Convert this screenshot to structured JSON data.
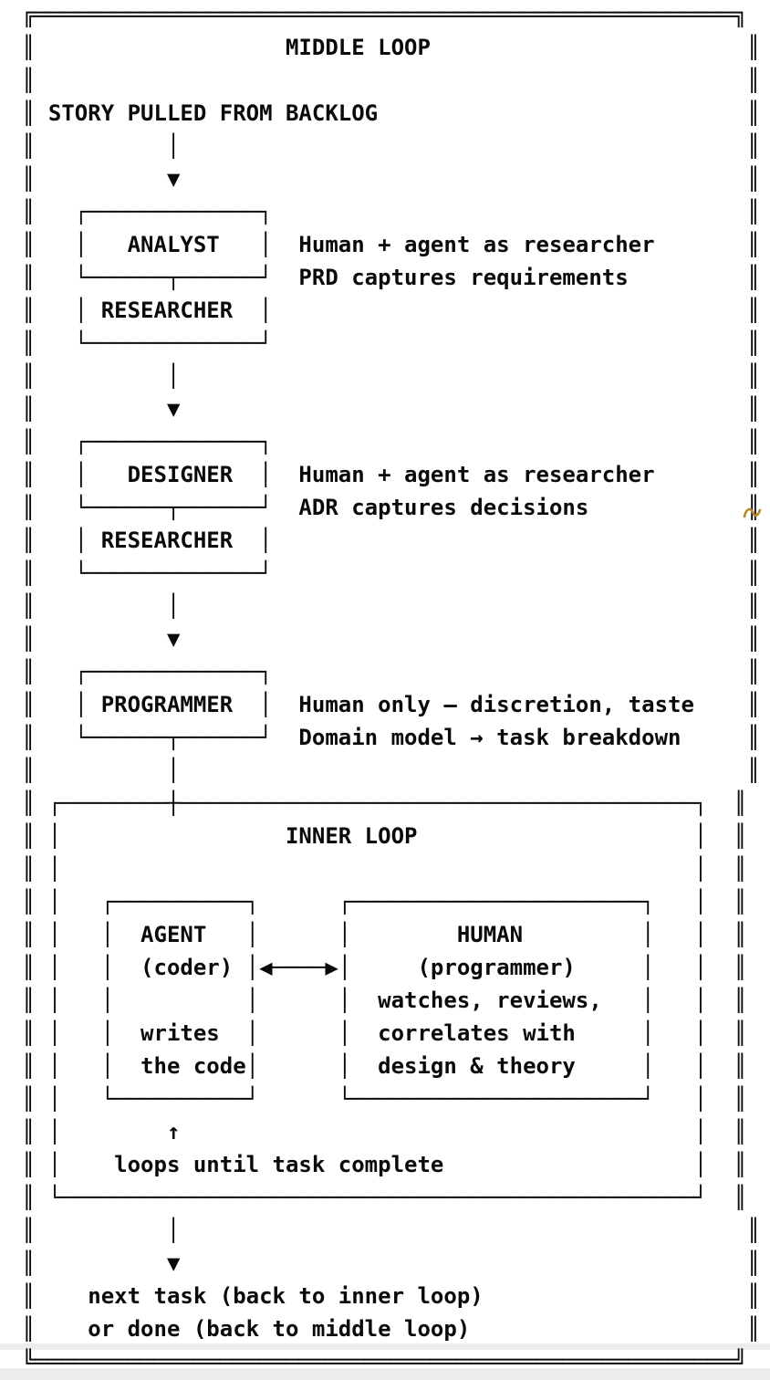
{
  "colors": {
    "ink": "#0a0a0a",
    "bg": "#ffffff",
    "strip_gray": "#ececec",
    "squiggle": "#b8872a"
  },
  "diagram": {
    "title": "MIDDLE LOOP",
    "lines": [
      "╔═════════════════════════════════════════════════════╗",
      "║                   MIDDLE LOOP                        ║",
      "║                                                      ║",
      "║ STORY PULLED FROM BACKLOG                            ║",
      "║          │                                           ║",
      "║          ▼                                           ║",
      "║   ┌─────────────┐                                    ║",
      "║   │   ANALYST   │  Human + agent as researcher       ║",
      "║   └──────┬──────┘  PRD captures requirements         ║",
      "║   │ RESEARCHER  │                                    ║",
      "║   └─────────────┘                                    ║",
      "║          │                                           ║",
      "║          ▼                                           ║",
      "║   ┌─────────────┐                                    ║",
      "║   │   DESIGNER  │  Human + agent as researcher       ║",
      "║   └──────┬──────┘  ADR captures decisions            ║",
      "║   │ RESEARCHER  │                                    ║",
      "║   └─────────────┘                                    ║",
      "║          │                                           ║",
      "║          ▼                                           ║",
      "║   ┌─────────────┐                                    ║",
      "║   │ PROGRAMMER  │  Human only — discretion, taste    ║",
      "║   └──────┬──────┘  Domain model → task breakdown     ║",
      "║          │                                           ║",
      "║ ┌────────┼───────────────────────────────────────┐  ║",
      "║ │                 INNER LOOP                     │  ║",
      "║ │                                                │  ║",
      "║ │   ┌──────────┐      ┌──────────────────────┐   │  ║",
      "║ │   │  AGENT   │      │        HUMAN         │   │  ║",
      "║ │   │  (coder) │◀────▶│     (programmer)     │   │  ║",
      "║ │   │          │      │  watches, reviews,   │   │  ║",
      "║ │   │  writes  │      │  correlates with     │   │  ║",
      "║ │   │  the code│      │  design & theory     │   │  ║",
      "║ │   └──────────┘      └──────────────────────┘   │  ║",
      "║ │        ↑                                       │  ║",
      "║ │    loops until task complete                   │  ║",
      "║ └────────────────────────────────────────────────┘  ║",
      "║          │                                           ║",
      "║          ▼                                           ║",
      "║    next task (back to inner loop)                    ║",
      "║    or done (back to middle loop)                     ║",
      "╚═════════════════════════════════════════════════════╝"
    ]
  },
  "labels": {
    "source": "STORY PULLED FROM BACKLOG",
    "stages": [
      {
        "box": "ANALYST",
        "sub_box": "RESEARCHER",
        "note_line1": "Human + agent as researcher",
        "note_line2": "PRD captures requirements"
      },
      {
        "box": "DESIGNER",
        "sub_box": "RESEARCHER",
        "note_line1": "Human + agent as researcher",
        "note_line2": "ADR captures decisions"
      },
      {
        "box": "PROGRAMMER",
        "note_line1": "Human only — discretion, taste",
        "note_line2": "Domain model → task breakdown"
      }
    ],
    "inner_loop": {
      "title": "INNER LOOP",
      "agent_box": {
        "name": "AGENT",
        "role": "(coder)",
        "action": "writes the code"
      },
      "human_box": {
        "name": "HUMAN",
        "role": "(programmer)",
        "action": "watches, reviews, correlates with design & theory"
      },
      "loop_note": "loops until task complete"
    },
    "exit_line1": "next task (back to inner loop)",
    "exit_line2": "or done (back to middle loop)"
  }
}
